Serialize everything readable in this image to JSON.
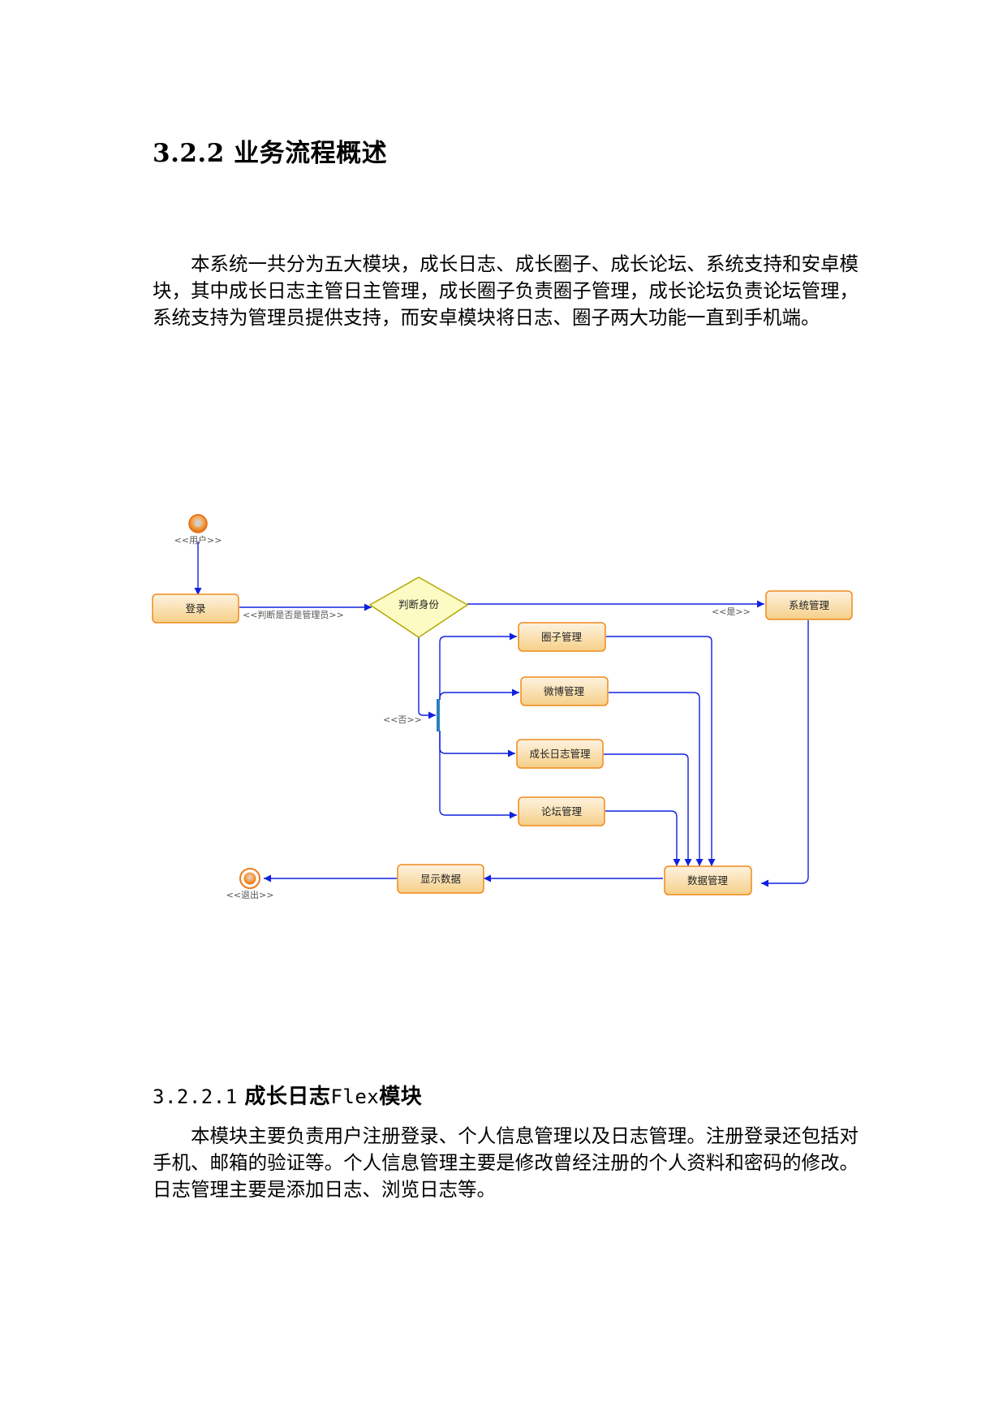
{
  "section": {
    "heading": "3.2.2 业务流程概述",
    "paragraph": "本系统一共分为五大模块，成长日志、成长圈子、成长论坛、系统支持和安卓模块，其中成长日志主管日主管理，成长圈子负责圈子管理，成长论坛负责论坛管理，系统支持为管理员提供支持，而安卓模块将日志、圈子两大功能一直到手机端。"
  },
  "diagram": {
    "start_label": "<<用户>>",
    "end_label": "<<退出>>",
    "nodes": {
      "login": "登录",
      "decision": "判断身份",
      "system_mgmt": "系统管理",
      "circle_mgmt": "圈子管理",
      "weibo_mgmt": "微博管理",
      "diary_mgmt": "成长日志管理",
      "forum_mgmt": "论坛管理",
      "data_mgmt": "数据管理",
      "show_data": "显示数据"
    },
    "edge_labels": {
      "check_admin": "<<判断是否是管理员>>",
      "yes": "<<是>>",
      "no": "<<否>>"
    },
    "colors": {
      "arrow": "#1020e0",
      "node_border": "#f08a1c",
      "node_fill_top": "#fdf3e0",
      "node_fill_bottom": "#f6cf88",
      "decision_fill": "#fdfbc4",
      "decision_border": "#b4a800",
      "fork_bar": "#2a7fc0",
      "terminal": "#f07b1a"
    }
  },
  "subsection": {
    "number": "3.2.2.1",
    "title_zh_a": "成长日志",
    "title_code": "Flex",
    "title_zh_b": "模块",
    "paragraph": "本模块主要负责用户注册登录、个人信息管理以及日志管理。注册登录还包括对手机、邮箱的验证等。个人信息管理主要是修改曾经注册的个人资料和密码的修改。日志管理主要是添加日志、浏览日志等。"
  }
}
